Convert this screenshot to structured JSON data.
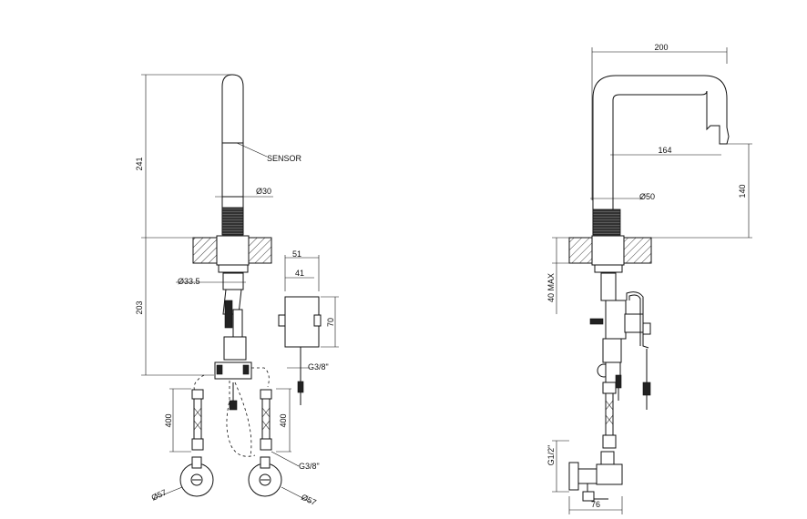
{
  "left_view": {
    "dim_height_upper": "241",
    "dim_height_lower": "203",
    "sensor_label": "SENSOR",
    "dia_spout": "Ø30",
    "dia_base": "Ø33.5",
    "hose_length": "400",
    "hose_length_right": "400",
    "thread_top": "G3/8\"",
    "thread_bottom": "G3/8\"",
    "valve_dia_left": "Ø57",
    "valve_dia_right": "Ø57"
  },
  "control_box": {
    "width_outer": "51",
    "width_inner": "41",
    "height": "70"
  },
  "right_view": {
    "reach_total": "200",
    "reach_spout": "164",
    "spout_height": "140",
    "base_dia": "Ø50",
    "deck_max": "40 MAX",
    "thread_valve": "G1/2\"",
    "valve_depth": "76"
  }
}
